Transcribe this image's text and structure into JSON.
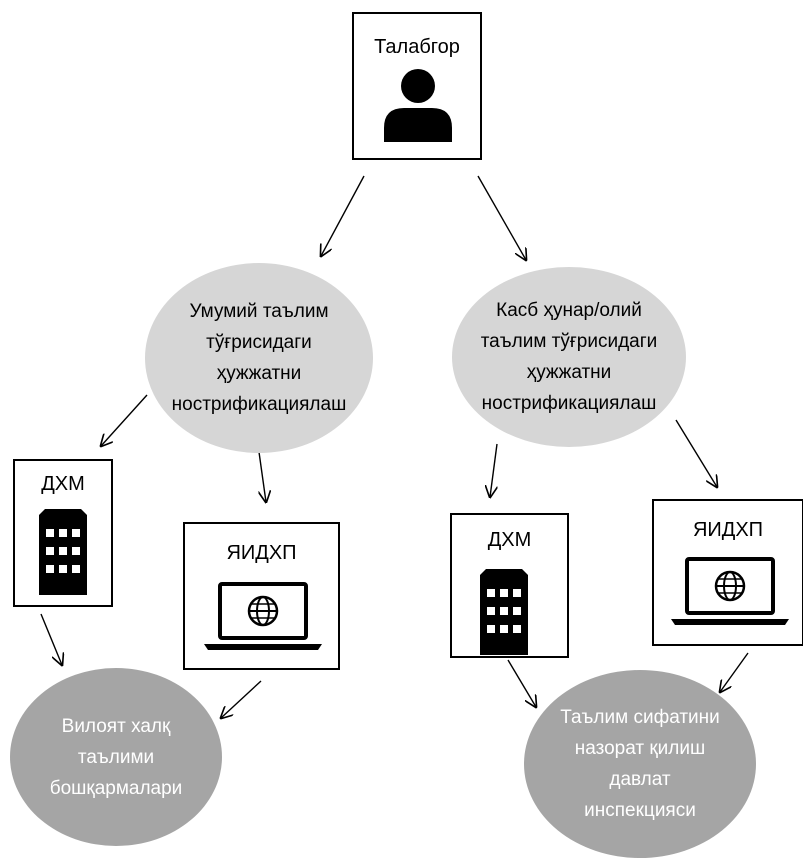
{
  "applicant": {
    "label": "Талабгор",
    "icon": "person-icon"
  },
  "branches": {
    "general": {
      "label": "Умумий таълим\nтўғрисидаги\nҳужжатни\nнострификациялаш"
    },
    "vocational": {
      "label": "Касб ҳунар/олий\nтаълим тўғрисидаги\nҳужжатни\nнострификациялаш"
    }
  },
  "services": {
    "general_dxm": {
      "label": "ДХМ",
      "icon": "building-icon"
    },
    "general_yidxp": {
      "label": "ЯИДХП",
      "icon": "laptop-globe-icon"
    },
    "vocational_dxm": {
      "label": "ДХМ",
      "icon": "building-icon"
    },
    "vocational_yidxp": {
      "label": "ЯИДХП",
      "icon": "laptop-globe-icon"
    }
  },
  "destinations": {
    "regional": {
      "label": "Вилоят халқ\nтаълими\nбошқармалари"
    },
    "inspection": {
      "label": "Таълим сифатини\nназорат қилиш\nдавлат\nинспекцияси"
    }
  },
  "colors": {
    "light_node": "#d6d6d6",
    "dark_node": "#a5a5a5",
    "line": "#000000"
  }
}
